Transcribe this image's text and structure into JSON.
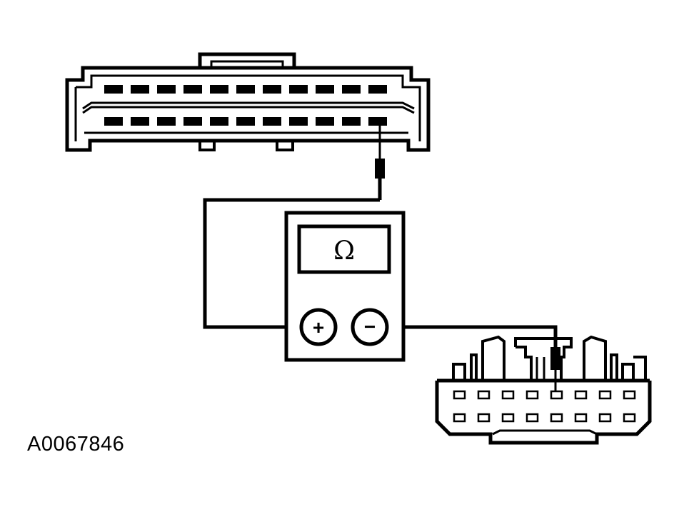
{
  "figure_id": "A0067846",
  "meter": {
    "display_symbol": "Ω",
    "positive_terminal_symbol": "+",
    "negative_terminal_symbol": "−"
  },
  "large_connector": {
    "rows": 2,
    "pins_per_row": 11
  },
  "small_connector": {
    "rows": 2,
    "pins_per_row": 8
  },
  "colors": {
    "ink": "#000000",
    "background": "#ffffff"
  }
}
